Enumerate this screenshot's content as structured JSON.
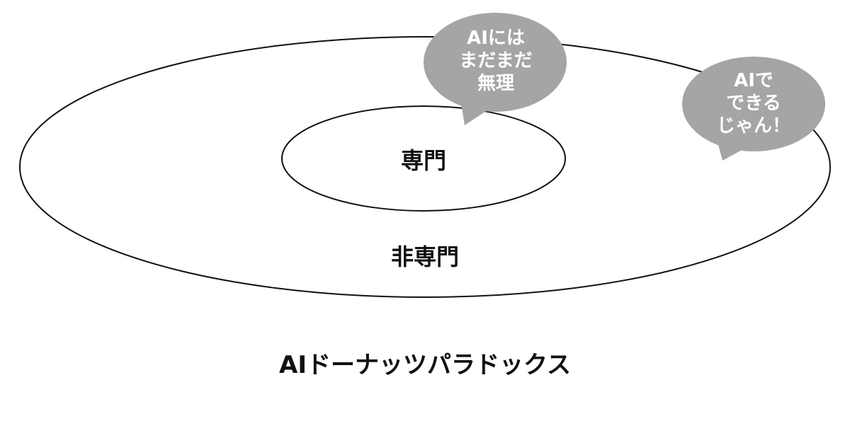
{
  "inner_label": "専門",
  "outer_label": "非専門",
  "bubbles": [
    {
      "text": "AIには\nまだまだ\n無理"
    },
    {
      "text": "AIで\nできる\nじゃん！"
    }
  ],
  "title": "AIドーナッツパラドックス",
  "colors": {
    "bubble": "#a5a5a5",
    "line": "#111111"
  }
}
